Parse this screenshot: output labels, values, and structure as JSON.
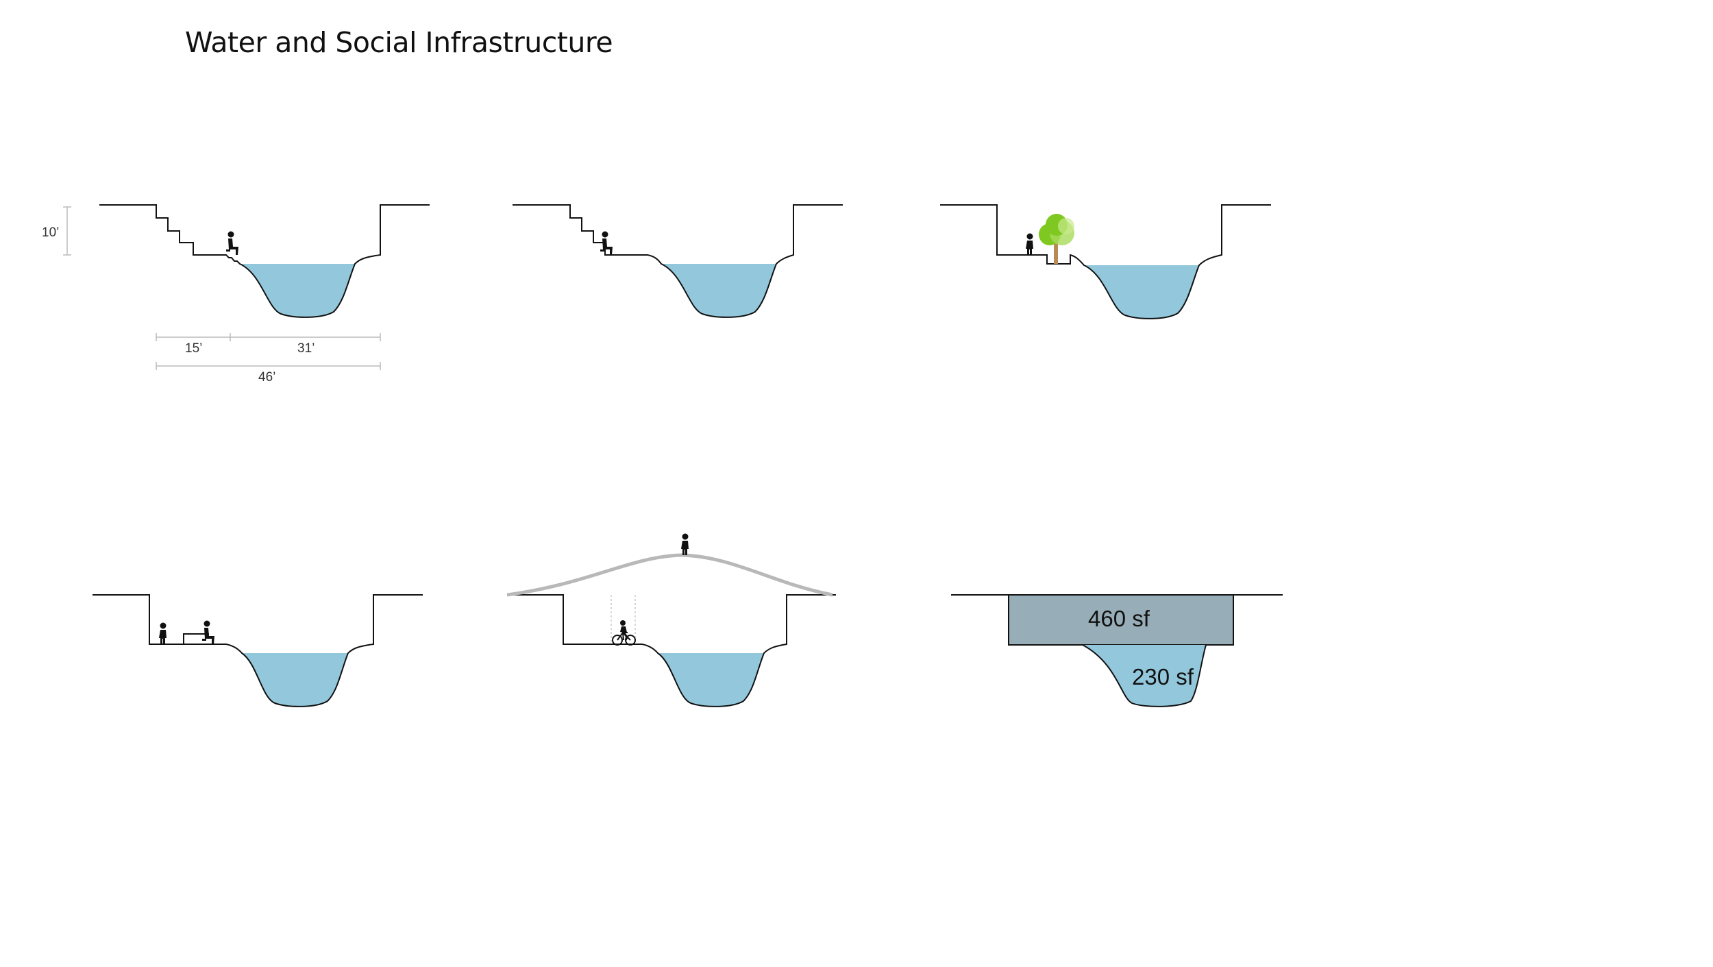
{
  "title": "Water and Social Infrastructure",
  "dimensions": {
    "height": "10’",
    "width_left": "15’",
    "width_right": "31’",
    "width_total": "46’"
  },
  "areas": {
    "upper": "460 sf",
    "lower": "230 sf"
  },
  "colors": {
    "water": "#93c8dc",
    "fill_area": "#97aeb8",
    "tree": "#7ec821",
    "line": "#111111",
    "dim_line": "#bbbbbb"
  },
  "icons": [
    "seated-person-icon",
    "walking-person-icon",
    "cyclist-icon",
    "tree-icon"
  ]
}
